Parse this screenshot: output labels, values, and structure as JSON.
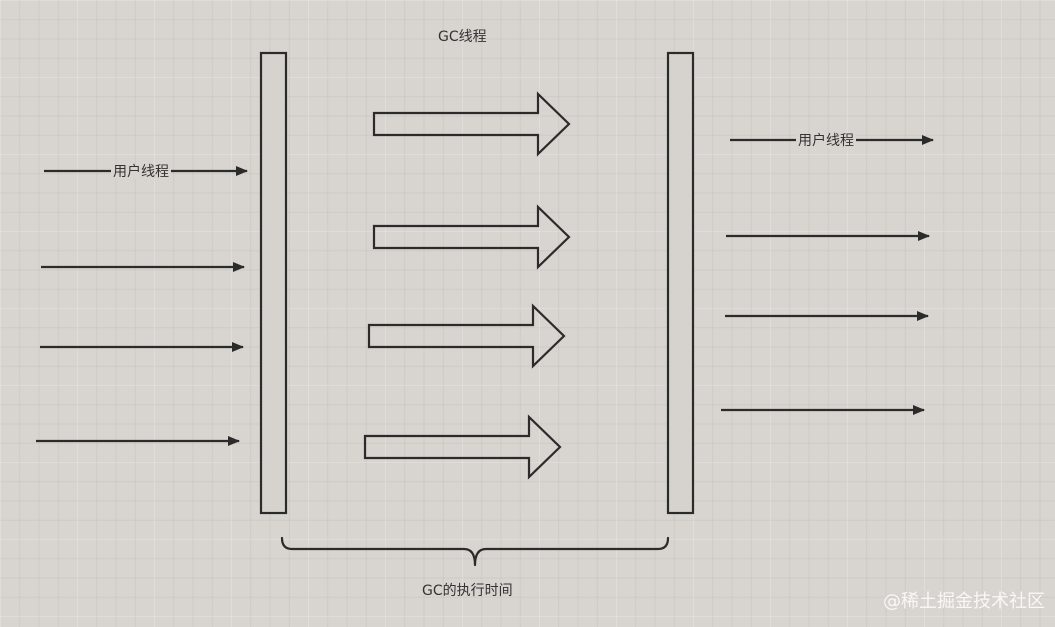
{
  "title": "GC线程",
  "user_thread_label": "用户线程",
  "duration_label": "GC的执行时间",
  "watermark": "@稀土掘金技术社区",
  "colors": {
    "stroke": "#2b2b2b",
    "bar_fill": "#d6d3ce",
    "background": "#d8d5d0"
  },
  "icons": {
    "incoming_arrows": "arrow-right-icon",
    "gc_arrows": "block-arrow-right-icon",
    "brace": "curly-brace-icon"
  }
}
